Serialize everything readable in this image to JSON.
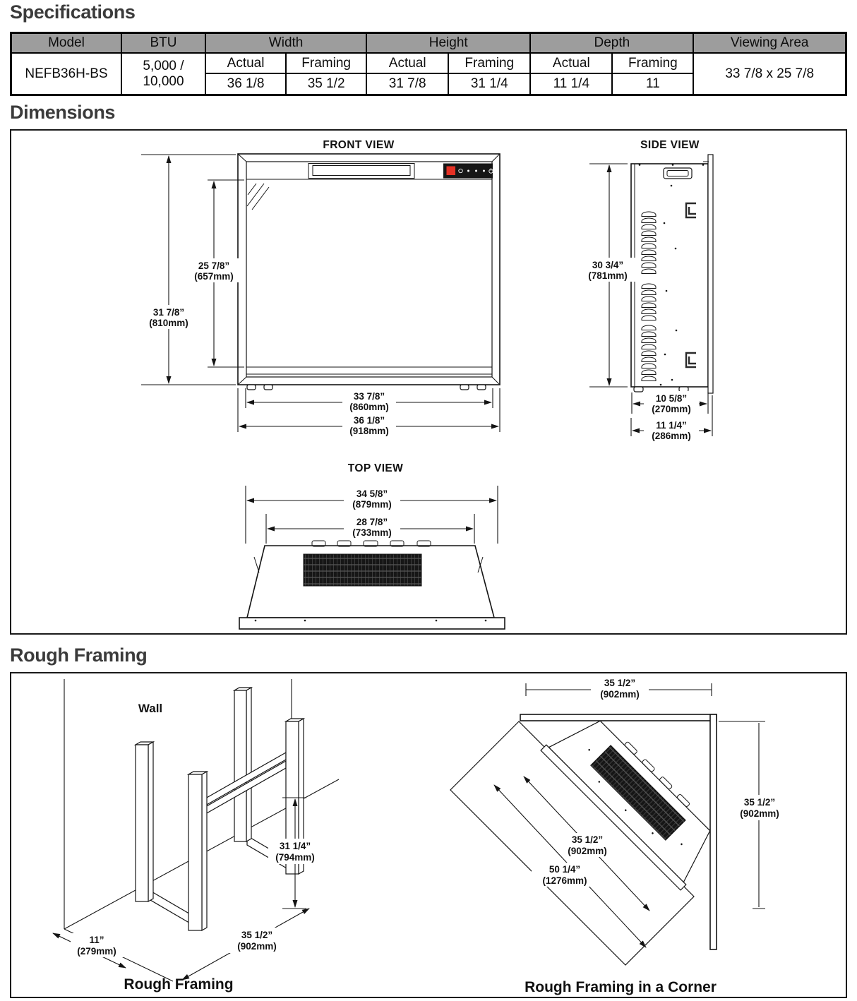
{
  "colors": {
    "accent_red": "#e53125",
    "table_header_gray": "#9d9d9d",
    "line_black": "#141414",
    "heading_gray": "#3b3b3b"
  },
  "specifications": {
    "heading": "Specifications",
    "table": {
      "h_model": "Model",
      "h_btu": "BTU",
      "h_width": "Width",
      "h_height": "Height",
      "h_depth": "Depth",
      "h_viewing": "Viewing Area",
      "h_actual": "Actual",
      "h_framing": "Framing",
      "model": "NEFB36H-BS",
      "btu1": "5,000 /",
      "btu2": "10,000",
      "width_actual": "36 1/8",
      "width_framing": "35 1/2",
      "height_actual": "31 7/8",
      "height_framing": "31 1/4",
      "depth_actual": "11 1/4",
      "depth_framing": "11",
      "viewing": "33 7/8 x 25 7/8"
    }
  },
  "dimensions": {
    "heading": "Dimensions",
    "front": {
      "label": "FRONT VIEW",
      "oh_in": "31 7/8”",
      "oh_mm": "(810mm)",
      "gh_in": "25 7/8”",
      "gh_mm": "(657mm)",
      "fw_in": "33 7/8”",
      "fw_mm": "(860mm)",
      "ow_in": "36 1/8”",
      "ow_mm": "(918mm)"
    },
    "side": {
      "label": "SIDE VIEW",
      "h_in": "30 3/4”",
      "h_mm": "(781mm)",
      "d1_in": "10 5/8”",
      "d1_mm": "(270mm)",
      "d2_in": "11 1/4”",
      "d2_mm": "(286mm)"
    },
    "top": {
      "label": "TOP VIEW",
      "w1_in": "34 5/8”",
      "w1_mm": "(879mm)",
      "w2_in": "28 7/8”",
      "w2_mm": "(733mm)"
    }
  },
  "rough": {
    "heading": "Rough Framing",
    "left": {
      "wall": "Wall",
      "h_in": "31 1/4”",
      "h_mm": "(794mm)",
      "d_in": "11”",
      "d_mm": "(279mm)",
      "w_in": "35 1/2”",
      "w_mm": "(902mm)",
      "caption": "Rough Framing"
    },
    "corner": {
      "w_top_in": "35 1/2”",
      "w_top_mm": "(902mm)",
      "w_right_in": "35 1/2”",
      "w_right_mm": "(902mm)",
      "w_diag_in": "35 1/2”",
      "w_diag_mm": "(902mm)",
      "w_out_in": "50 1/4”",
      "w_out_mm": "(1276mm)",
      "caption": "Rough Framing in a Corner"
    }
  }
}
